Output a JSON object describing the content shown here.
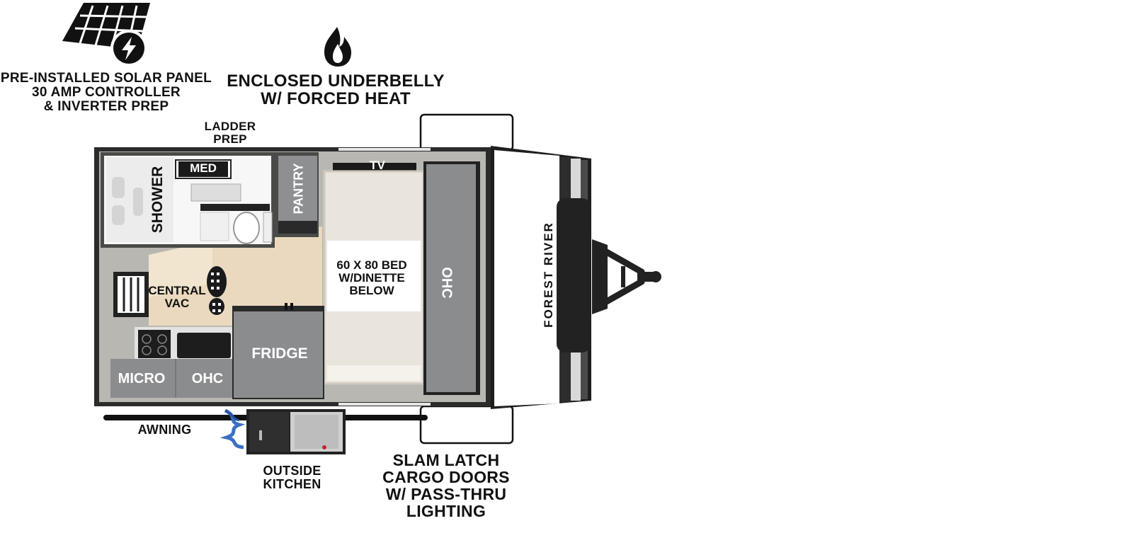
{
  "callouts": {
    "solar": [
      "PRE-INSTALLED SOLAR PANEL",
      "30 AMP CONTROLLER",
      "& INVERTER PREP"
    ],
    "underbelly": [
      "ENCLOSED UNDERBELLY",
      "W/ FORCED HEAT"
    ],
    "ladder": [
      "LADDER",
      "PREP"
    ],
    "cargo": [
      "SLAM LATCH",
      "CARGO DOORS",
      "W/ PASS-THRU",
      "LIGHTING"
    ],
    "outside_kitchen": [
      "OUTSIDE",
      "KITCHEN"
    ],
    "awning": "AWNING"
  },
  "rooms": {
    "med": "MED",
    "shower": "SHOWER",
    "pantry": "PANTRY",
    "tv": "TV",
    "bed": [
      "60 X 80 BED",
      "W/DINETTE",
      "BELOW"
    ],
    "ohc_front": "OHC",
    "central_vac": [
      "CENTRAL",
      "VAC"
    ],
    "fridge": "FRIDGE",
    "micro": "MICRO",
    "ohc_kitchen": "OHC"
  },
  "brand": "FOREST RIVER",
  "icons": [
    "solar-panel-icon",
    "flame-icon",
    "footprint-icon",
    "faucet-icon",
    "hose-icon"
  ]
}
